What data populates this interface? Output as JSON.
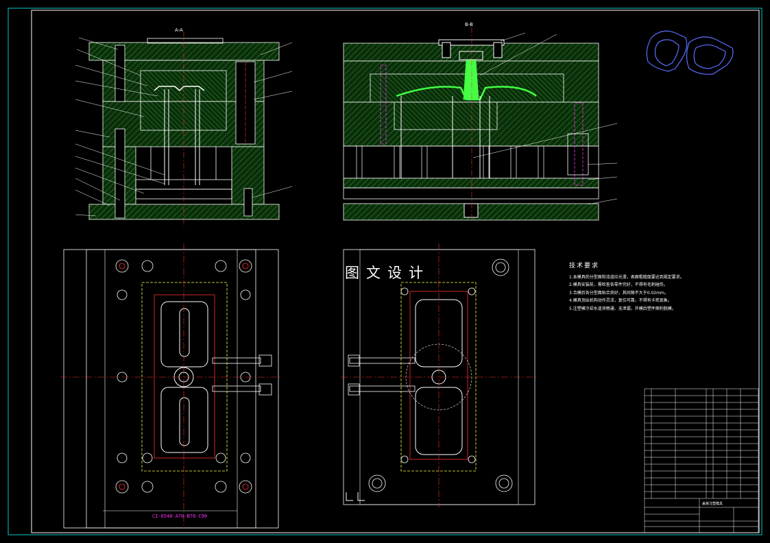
{
  "section_views": {
    "aa_title": "A-A",
    "bb_title": "B-B"
  },
  "watermark": "图文设计",
  "mold_base_label": "CI-6540-A70-B70-C90",
  "tech_requirements": {
    "title": "技术要求",
    "items": [
      "1.本模具的分型面和流道应光滑，表面粗糙度要达到规定要求。",
      "2.模具安装前，需检查各零件完好，不得有毛刺碰伤。",
      "3.合模后各分型面贴合良好，其间隙不大于0.02mm。",
      "4.模具顶出机构动作灵活，复位可靠，不得有卡死现象。",
      "5.注塑模冷却水道须畅通、无泄漏，开模后塑件顺利脱模。"
    ]
  },
  "title_block": {
    "name": "盖板注塑模具"
  },
  "colors": {
    "frame": "#00cccc",
    "outline": "#ffffff",
    "hatch": "#3a9a3a",
    "hatch_fill": "#0d3a0d",
    "centerline": "#ff3030",
    "hidden": "#ffff40",
    "dimension": "#ff33ff",
    "part_blue": "#5a6fff",
    "part_green": "#44ff44"
  }
}
